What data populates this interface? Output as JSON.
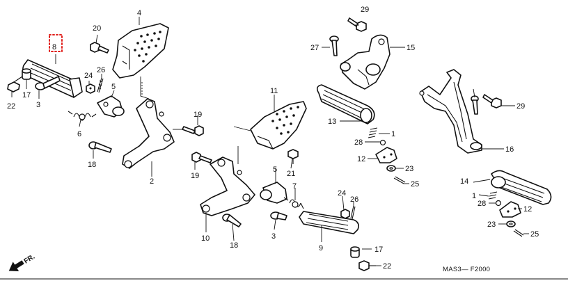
{
  "labels": {
    "l1a": "1",
    "l1b": "1",
    "l2": "2",
    "l3a": "3",
    "l3b": "3",
    "l4": "4",
    "l5a": "5",
    "l5b": "5",
    "l6": "6",
    "l7": "7",
    "l8": "8",
    "l9": "9",
    "l10": "10",
    "l11": "11",
    "l12a": "12",
    "l12b": "12",
    "l13": "13",
    "l14": "14",
    "l15": "15",
    "l16": "16",
    "l17a": "17",
    "l17b": "17",
    "l18a": "18",
    "l18b": "18",
    "l19a": "19",
    "l19b": "19",
    "l20": "20",
    "l21": "21",
    "l22a": "22",
    "l22b": "22",
    "l23a": "23",
    "l23b": "23",
    "l24a": "24",
    "l24b": "24",
    "l25a": "25",
    "l25b": "25",
    "l26a": "26",
    "l26b": "26",
    "l27": "27",
    "l28a": "28",
    "l28b": "28",
    "l29a": "29",
    "l29b": "29"
  },
  "footer": {
    "diagram_code": "MAS3— F2000",
    "direction_label": "FR."
  },
  "highlight": {
    "part": "8",
    "color": "#e0201c"
  }
}
